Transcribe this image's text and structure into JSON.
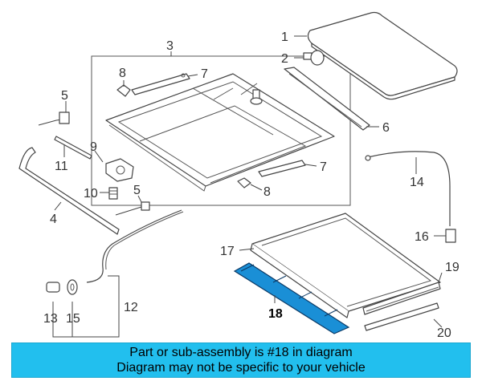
{
  "diagram": {
    "highlighted_part": "18",
    "highlight_color": "#1a8fd6",
    "callouts": {
      "c1": "1",
      "c2": "2",
      "c3": "3",
      "c4": "4",
      "c5a": "5",
      "c5b": "5",
      "c6": "6",
      "c7a": "7",
      "c7b": "7",
      "c8a": "8",
      "c8b": "8",
      "c9": "9",
      "c10": "10",
      "c11": "11",
      "c12": "12",
      "c13": "13",
      "c14": "14",
      "c15": "15",
      "c16": "16",
      "c17": "17",
      "c18": "18",
      "c19": "19",
      "c20": "20"
    }
  },
  "banner": {
    "line1": "Part or sub-assembly is #18 in diagram",
    "line2": "Diagram may not be specific to your vehicle",
    "background": "#22bfee"
  }
}
